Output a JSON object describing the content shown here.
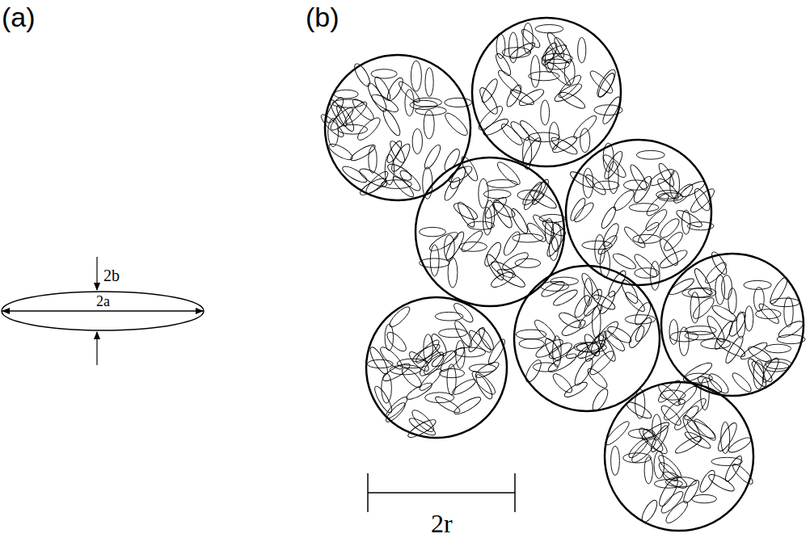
{
  "diagram": {
    "labels": [
      "(a)",
      "(b)",
      "2b",
      "2a",
      "2r"
    ]
  }
}
